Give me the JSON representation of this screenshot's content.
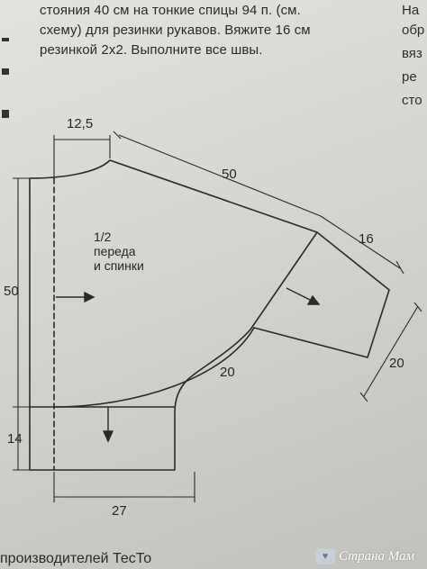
{
  "article": {
    "lines": [
      "стояния 40 см на тонкие спицы 94 п. (см.",
      "схему) для резинки рукавов. Вяжите 16 см",
      "резинкой 2х2. Выполните все швы."
    ],
    "side_column": [
      "На",
      "обр",
      "вяз",
      "ре",
      "сто"
    ]
  },
  "diagram": {
    "piece_label_line1": "1/2",
    "piece_label_line2": "переда",
    "piece_label_line3": "и спинки",
    "dimensions": {
      "neck_width": "12,5",
      "raglan_length": "50",
      "cuff_length": "16",
      "cuff_width": "20",
      "side_height": "50",
      "armhole_curve": "20",
      "bottom_height": "14",
      "bottom_width": "27"
    },
    "line_color": "#2a2a2a"
  },
  "footer": {
    "text": "производителей   ТесТо"
  },
  "watermark": {
    "text": "Страна Мам"
  }
}
